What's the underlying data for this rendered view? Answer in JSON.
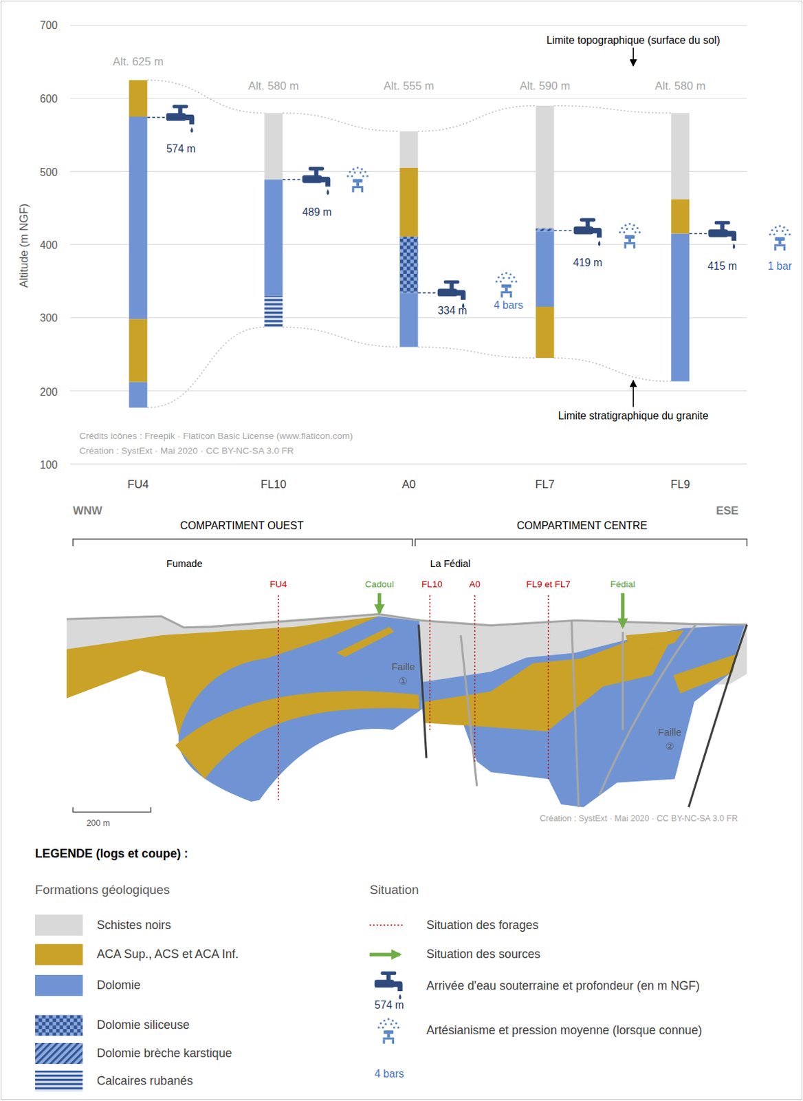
{
  "diagram": {
    "labels": [
      "700",
      "600",
      "500",
      "400",
      "300",
      "200",
      "100",
      "Altitude (m NGF)",
      "Alt. 625 m",
      "Alt. 580 m",
      "Alt. 555 m",
      "Alt. 590 m",
      "Alt. 580 m",
      "Limite topographique (surface du sol)",
      "574 m",
      "489 m",
      "334 m",
      "4 bars",
      "419 m",
      "415 m",
      "1 bar",
      "Limite stratigraphique du granite",
      "Crédits icônes : Freepik · Flaticon Basic License (www.flaticon.com)",
      "Création : SystExt · Mai 2020 · CC BY-NC-SA 3.0 FR",
      "FU4",
      "FL10",
      "A0",
      "FL7",
      "FL9",
      "WNW",
      "ESE",
      "COMPARTIMENT OUEST",
      "COMPARTIMENT CENTRE",
      "Fumade",
      "La Fédial",
      "FU4",
      "Cadoul",
      "FL10",
      "A0",
      "FL9 et FL7",
      "Fédial",
      "Faille",
      "①",
      "Faille",
      "②",
      "200 m",
      "Création : SystExt · Mai 2020 · CC BY-NC-SA 3.0 FR",
      "LEGENDE (logs et coupe) :",
      "Formations géologiques",
      "Situation",
      "574 m",
      "4 bars"
    ],
    "legend": [
      {
        "text": "Schistes noirs",
        "color": "#d9d9d9"
      },
      {
        "text": "ACA Sup., ACS et ACA Inf.",
        "color": "#c9a227"
      },
      {
        "text": "Dolomie",
        "color": "#7094d3"
      },
      {
        "text": "Dolomie siliceuse"
      },
      {
        "text": "Dolomie brèche karstique"
      },
      {
        "text": "Calcaires rubanés"
      },
      {
        "text": "Situation des forages"
      },
      {
        "text": "Situation des sources"
      },
      {
        "text": "Arrivée d'eau souterraine et profondeur (en m NGF)"
      },
      {
        "text": "Artésianisme et pression moyenne (lorsque connue)"
      }
    ]
  }
}
